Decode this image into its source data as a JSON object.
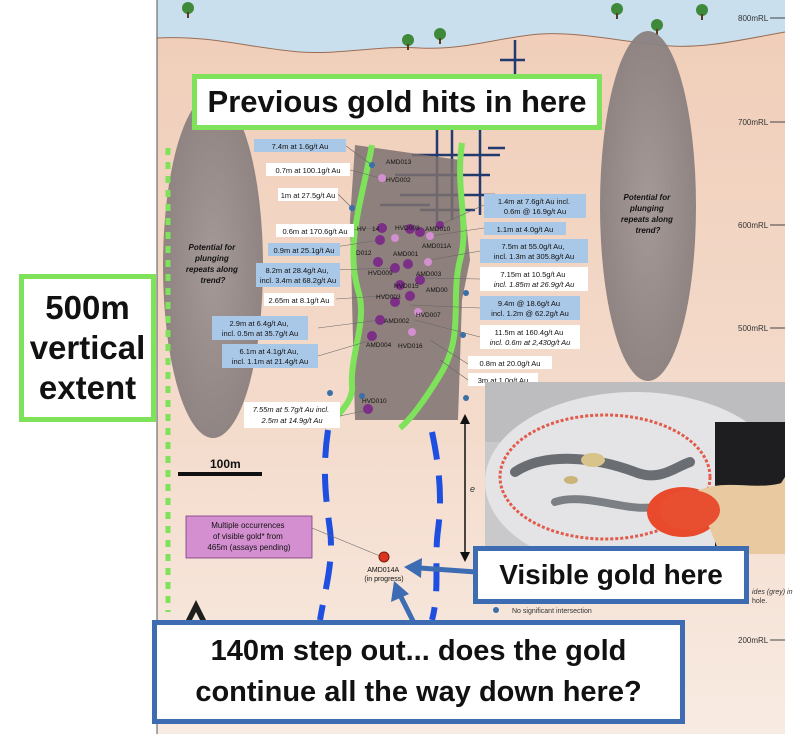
{
  "colors": {
    "sky": "#c3dcec",
    "ground": "#f1d3c2",
    "callout_green": "#7ee35a",
    "callout_blue": "#3d6cb2",
    "hole_dot": "#3a6fa8",
    "intercept_dot": "#7b2f86",
    "visible_gold_dot": "#d9351f",
    "label_box_blue": "#a9c7e6",
    "visible_gold_box": "#d48fd0"
  },
  "section": {
    "rl_labels": [
      "800mRL",
      "700mRL",
      "600mRL",
      "500mRL",
      "200mRL"
    ],
    "scale_bar_label": "100m",
    "potential_left": [
      "Potential for",
      "plunging",
      "repeats along",
      "trend?"
    ],
    "potential_right": [
      "Potential for",
      "plunging",
      "repeats along",
      "trend?"
    ],
    "hole_labels": [
      "AMD013",
      "HVD002",
      "HV",
      "14",
      "HVD008",
      "AMD010",
      "AMD011A",
      "D012",
      "AMD001",
      "AMD003",
      "HVD009",
      "HVD015",
      "AMD00",
      "HVD003",
      "HVD007",
      "AMD002",
      "AMD004",
      "HVD016",
      "HVD010"
    ],
    "intercepts_left": [
      {
        "lines": [
          "7.4m at 1.6g/t Au"
        ],
        "style": "blue"
      },
      {
        "lines": [
          "0.7m at 100.1g/t Au"
        ],
        "style": "white"
      },
      {
        "lines": [
          "1m at 27.5g/t Au"
        ],
        "style": "white"
      },
      {
        "lines": [
          "0.6m at 170.6g/t Au"
        ],
        "style": "white"
      },
      {
        "lines": [
          "0.9m at 25.1g/t Au"
        ],
        "style": "blue"
      },
      {
        "lines": [
          "8.2m at 28.4g/t Au,",
          "incl. 3.4m at 68.2g/t Au"
        ],
        "style": "blue"
      },
      {
        "lines": [
          "2.65m at 8.1g/t Au"
        ],
        "style": "white"
      },
      {
        "lines": [
          "2.9m at 6.4g/t Au,",
          "incl. 0.5m at 35.7g/t Au"
        ],
        "style": "blue"
      },
      {
        "lines": [
          "6.1m at 4.1g/t Au,",
          "incl. 1.1m at 21.4g/t Au"
        ],
        "style": "blue"
      },
      {
        "lines": [
          "7.55m at 5.7g/t Au incl.",
          "2.5m at 14.9g/t Au"
        ],
        "style": "white"
      }
    ],
    "intercepts_right": [
      {
        "lines": [
          "1.4m at 7.6g/t Au incl.",
          "0.6m @ 16.9g/t Au"
        ],
        "style": "blue"
      },
      {
        "lines": [
          "1.1m at 4.0g/t Au"
        ],
        "style": "blue"
      },
      {
        "lines": [
          "7.5m at 55.0g/t Au,",
          "incl. 1.3m at 305.8g/t Au"
        ],
        "style": "blue"
      },
      {
        "lines": [
          "7.15m at 10.5g/t Au",
          "incl. 1.85m at 26.9g/t Au"
        ],
        "style": "white"
      },
      {
        "lines": [
          "9.4m @ 18.6g/t Au",
          "incl. 1.2m @ 62.2g/t Au"
        ],
        "style": "blue"
      },
      {
        "lines": [
          "11.5m at 160.4g/t Au",
          "incl. 0.6m at 2,430g/t Au"
        ],
        "style": "white"
      },
      {
        "lines": [
          "0.8m at 20.0g/t Au"
        ],
        "style": "white"
      },
      {
        "lines": [
          "3m at 1.0g/t Au"
        ],
        "style": "white"
      }
    ],
    "visible_gold_note": [
      "Multiple occurrences",
      "of visible gold* from",
      "465m (assays pending)"
    ],
    "hole_in_progress": [
      "AMD014A",
      "(in progress)"
    ],
    "vertical_marker_label": "e",
    "legend_no_intersection": "No significant intersection",
    "legend_partial": [
      "ides (grey) in",
      "hole."
    ]
  },
  "callouts": {
    "previous_gold": "Previous gold hits in here",
    "vertical_extent": [
      "500m",
      "vertical",
      "extent"
    ],
    "visible_gold": "Visible gold here",
    "step_out": [
      "140m step out... does the gold",
      "continue all the way down here?"
    ]
  }
}
